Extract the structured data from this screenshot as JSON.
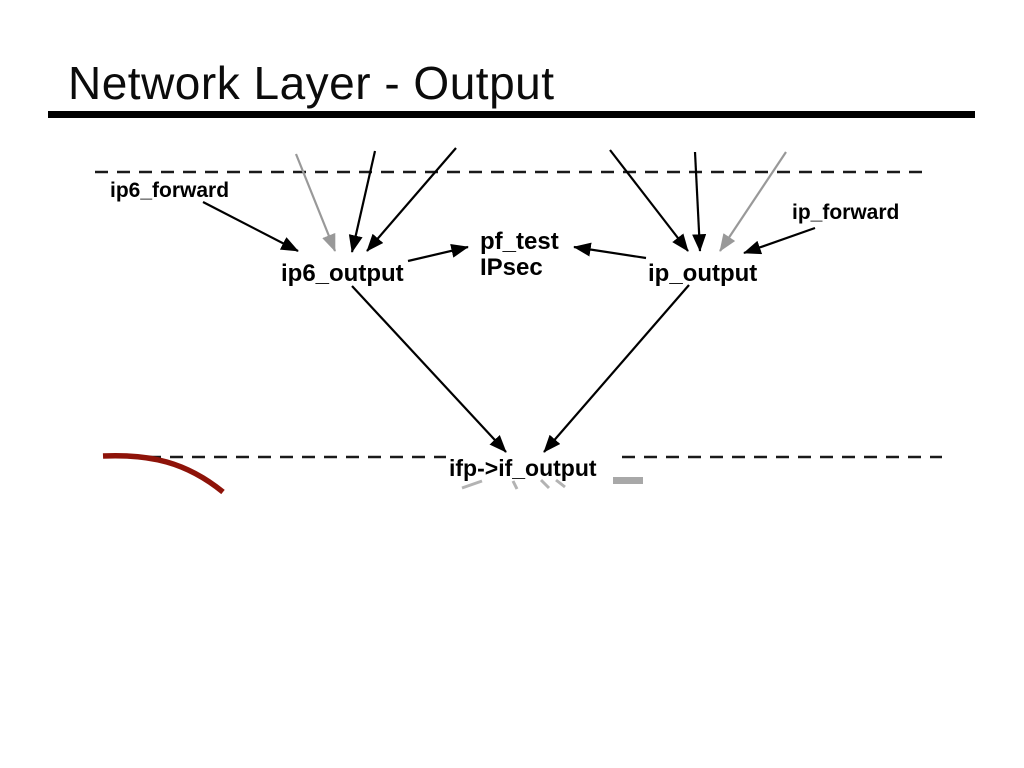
{
  "slide": {
    "title": "Network Layer - Output"
  },
  "diagram": {
    "labels": {
      "ip6_forward": "ip6_forward",
      "ip6_output": "ip6_output",
      "pf_test": "pf_test",
      "ipsec": "IPsec",
      "ip_output": "ip_output",
      "ip_forward": "ip_forward",
      "ifp_if_output": "ifp->if_output"
    },
    "edges": [
      {
        "from": "ip6_forward",
        "to": "ip6_output",
        "color": "black"
      },
      {
        "from": "above-dashed-boundary",
        "to": "ip6_output",
        "color": "gray"
      },
      {
        "from": "above-dashed-boundary",
        "to": "ip6_output",
        "color": "black"
      },
      {
        "from": "above-dashed-boundary",
        "to": "ip6_output",
        "color": "black"
      },
      {
        "from": "ip6_output",
        "to": "pf_test",
        "color": "black"
      },
      {
        "from": "above-dashed-boundary",
        "to": "ip_output",
        "color": "black"
      },
      {
        "from": "above-dashed-boundary",
        "to": "ip_output",
        "color": "black"
      },
      {
        "from": "above-dashed-boundary",
        "to": "ip_output",
        "color": "gray"
      },
      {
        "from": "ip_forward",
        "to": "ip_output",
        "color": "black"
      },
      {
        "from": "ip_output",
        "to": "pf_test",
        "color": "black"
      },
      {
        "from": "ip6_output",
        "to": "ifp_if_output",
        "color": "black"
      },
      {
        "from": "ip_output",
        "to": "ifp_if_output",
        "color": "black"
      }
    ],
    "colors": {
      "arrow_black": "#000000",
      "arrow_gray": "#999999",
      "dashed_line": "#1a1a1a",
      "annotation_red": "#8e1309"
    }
  }
}
